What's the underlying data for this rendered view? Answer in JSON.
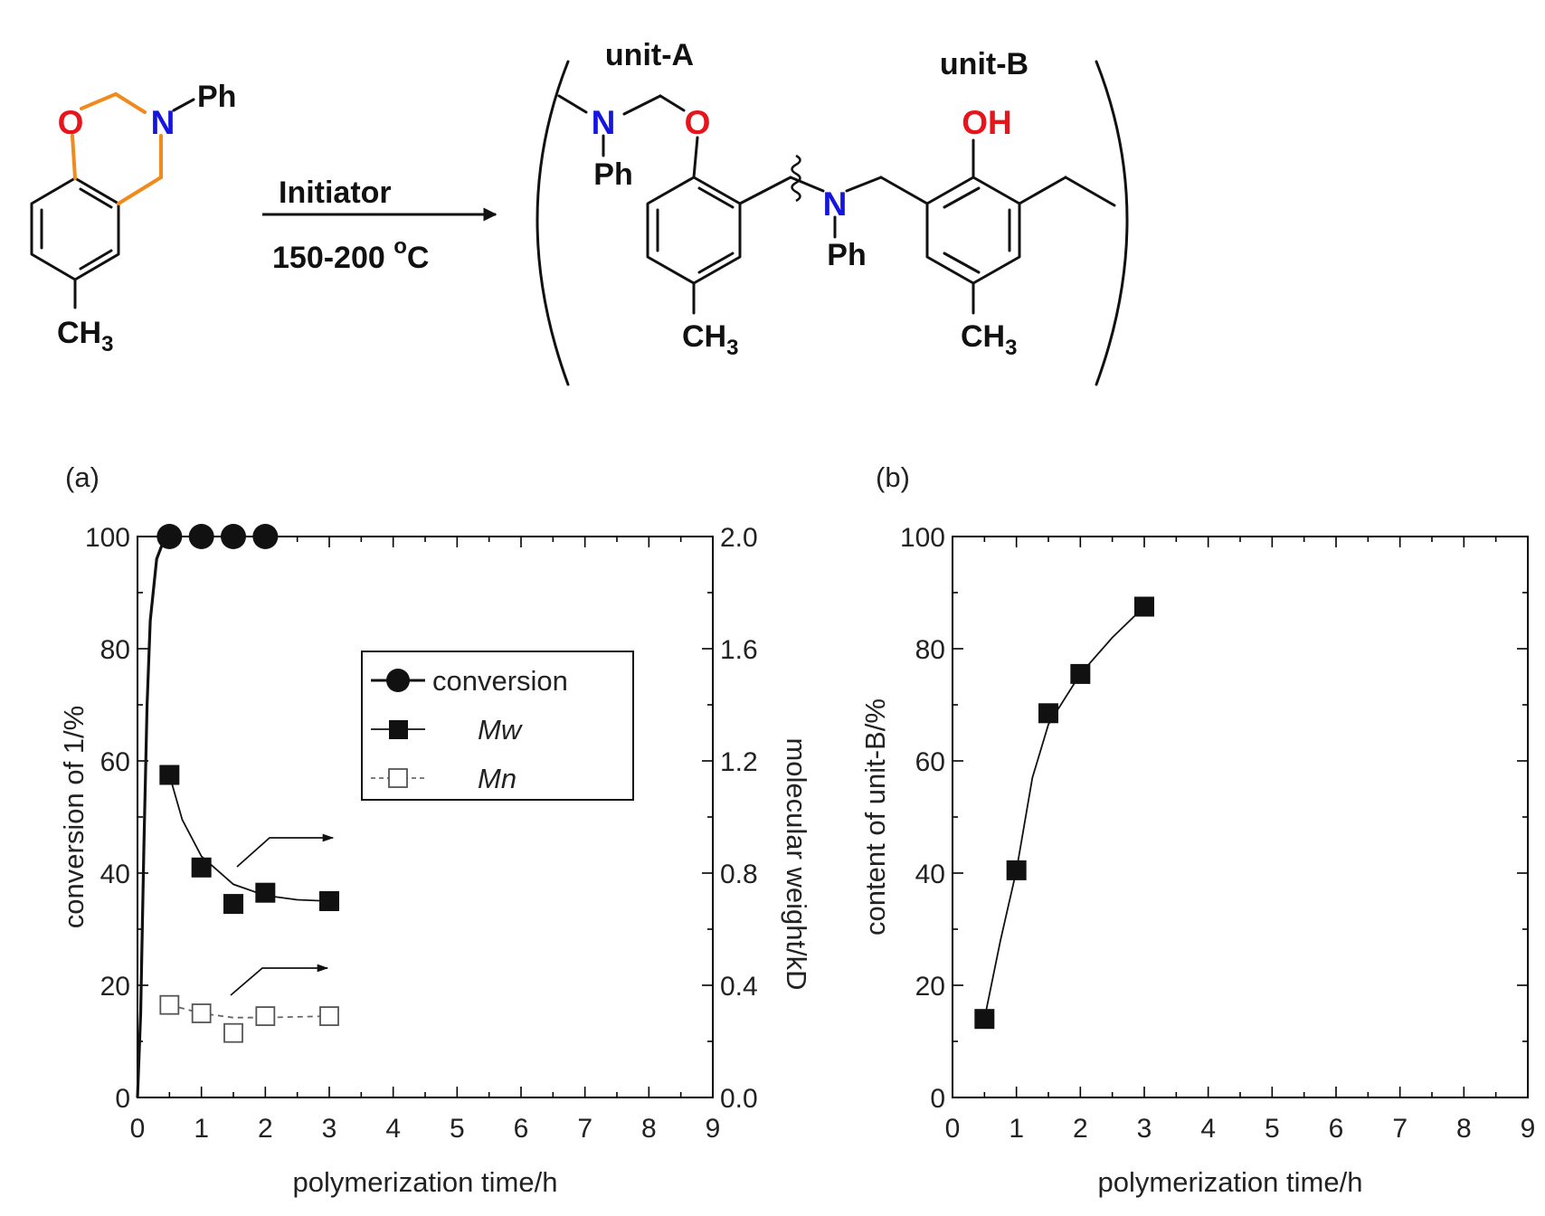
{
  "scheme": {
    "monomer_o": "O",
    "monomer_n": "N",
    "monomer_ph": "Ph",
    "monomer_ch3": "CH",
    "sub3": "3",
    "arrow_top": "Initiator",
    "arrow_bottom": "150-200 ",
    "deg": "o",
    "arrow_bottom_c": "C",
    "unit_a": "unit-A",
    "unit_b": "unit-B",
    "oh": "OH"
  },
  "colors": {
    "oxygen": "#e8141b",
    "nitrogen": "#1515e0",
    "bond_orange": "#f08a1c",
    "ink": "#111111"
  },
  "chart_data": [
    {
      "type": "scatter",
      "panel_label": "(a)",
      "xlabel": "polymerization time/h",
      "ylabel": "conversion of 1/%",
      "y2label": "molecular weight/kD",
      "xlim": [
        0,
        9
      ],
      "ylim": [
        0,
        100
      ],
      "y2lim": [
        0.0,
        2.0
      ],
      "x_ticks": [
        "0",
        "1",
        "2",
        "3",
        "4",
        "5",
        "6",
        "7",
        "8",
        "9"
      ],
      "y_ticks": [
        "0",
        "20",
        "40",
        "60",
        "80",
        "100"
      ],
      "y2_ticks": [
        "0.0",
        "0.4",
        "0.8",
        "1.2",
        "1.6",
        "2.0"
      ],
      "legend": {
        "position": "center",
        "entries": [
          {
            "label": "conversion",
            "marker": "filled-circle"
          },
          {
            "label": "Mw",
            "marker": "filled-square"
          },
          {
            "label": "Mn",
            "marker": "open-square"
          }
        ]
      },
      "series": [
        {
          "name": "conversion",
          "axis": "left",
          "marker": "filled-circle",
          "x": [
            0.5,
            1.0,
            1.5,
            2.0
          ],
          "y": [
            100,
            100,
            100,
            100
          ],
          "fit_curve": [
            [
              0,
              0
            ],
            [
              0.05,
              15
            ],
            [
              0.1,
              45
            ],
            [
              0.15,
              70
            ],
            [
              0.2,
              85
            ],
            [
              0.3,
              96
            ],
            [
              0.4,
              99
            ],
            [
              0.5,
              100
            ]
          ]
        },
        {
          "name": "Mw",
          "axis": "right",
          "marker": "filled-square",
          "x": [
            0.5,
            1.0,
            1.5,
            2.0,
            3.0
          ],
          "y": [
            1.15,
            0.82,
            0.69,
            0.73,
            0.7
          ],
          "fit_curve": [
            [
              0.5,
              1.15
            ],
            [
              0.7,
              0.99
            ],
            [
              1.0,
              0.86
            ],
            [
              1.5,
              0.76
            ],
            [
              2.0,
              0.72
            ],
            [
              2.5,
              0.705
            ],
            [
              3.0,
              0.7
            ]
          ]
        },
        {
          "name": "Mn",
          "axis": "right",
          "marker": "open-square",
          "dashed": true,
          "x": [
            0.5,
            1.0,
            1.5,
            2.0,
            3.0
          ],
          "y": [
            0.33,
            0.3,
            0.23,
            0.29,
            0.29
          ],
          "fit_curve": [
            [
              0.5,
              0.33
            ],
            [
              1.0,
              0.3
            ],
            [
              1.5,
              0.285
            ],
            [
              2.0,
              0.285
            ],
            [
              3.0,
              0.29
            ]
          ]
        }
      ]
    },
    {
      "type": "scatter",
      "panel_label": "(b)",
      "xlabel": "polymerization time/h",
      "ylabel": "content of unit-B/%",
      "xlim": [
        0,
        9
      ],
      "ylim": [
        0,
        100
      ],
      "x_ticks": [
        "0",
        "1",
        "2",
        "3",
        "4",
        "5",
        "6",
        "7",
        "8",
        "9"
      ],
      "y_ticks": [
        "0",
        "20",
        "40",
        "60",
        "80",
        "100"
      ],
      "series": [
        {
          "marker": "filled-square",
          "x": [
            0.5,
            1.0,
            1.5,
            2.0,
            3.0
          ],
          "y": [
            14,
            40.5,
            68.5,
            75.5,
            87.5
          ],
          "fit_curve": [
            [
              0.5,
              14
            ],
            [
              0.75,
              28
            ],
            [
              1.0,
              40.5
            ],
            [
              1.25,
              57
            ],
            [
              1.5,
              66.5
            ],
            [
              2.0,
              75.5
            ],
            [
              2.5,
              82
            ],
            [
              3.0,
              87.5
            ]
          ]
        }
      ]
    }
  ]
}
